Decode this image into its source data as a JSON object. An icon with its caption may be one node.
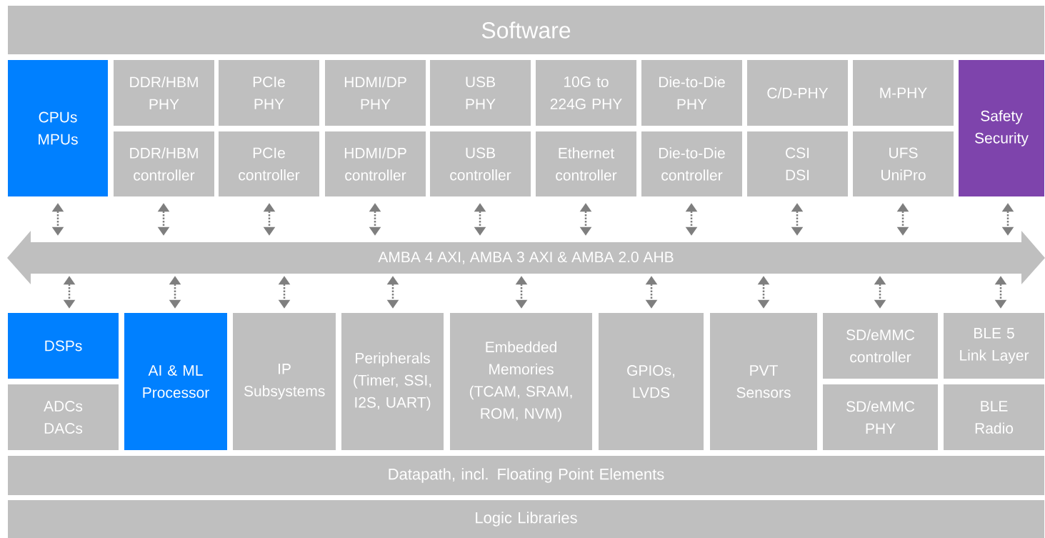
{
  "diagram": {
    "nodes": [
      {
        "text": [
          "Software"
        ]
      },
      {
        "text": [
          "CPUs MPUs"
        ]
      },
      {
        "text": [
          "DDR/HBM PHY"
        ]
      },
      {
        "text": [
          "DDR/HBM controller"
        ]
      },
      {
        "text": [
          "PCIe PHY"
        ]
      },
      {
        "text": [
          "PCIe controller"
        ]
      },
      {
        "text": [
          "HDMI/DP PHY"
        ]
      },
      {
        "text": [
          "HDMI/DP controller"
        ]
      },
      {
        "text": [
          "USB PHY"
        ]
      },
      {
        "text": [
          "USB controller"
        ]
      },
      {
        "text": [
          "10G to 224G PHY"
        ]
      },
      {
        "text": [
          "Ethernet controller"
        ]
      },
      {
        "text": [
          "Die-to-Die PHY"
        ]
      },
      {
        "text": [
          "Die-to-Die controller"
        ]
      },
      {
        "text": [
          "C/D-PHY"
        ]
      },
      {
        "text": [
          "CSI DSI"
        ]
      },
      {
        "text": [
          "M-PHY"
        ]
      },
      {
        "text": [
          "UFS UniPro"
        ]
      },
      {
        "text": [
          "Safety Security"
        ]
      },
      {
        "text": [
          "AMBA 4 AXI, AMBA 3 AXI & AMBA 2.0 AHB"
        ]
      },
      {
        "text": [
          "DSPs"
        ]
      },
      {
        "text": [
          "ADCs DACs"
        ]
      },
      {
        "text": [
          "AI & ML Processor"
        ]
      },
      {
        "text": [
          "IP Subsystems"
        ]
      },
      {
        "text": [
          "Peripherals (Timer, SSI, I2S, UART)"
        ]
      },
      {
        "text": [
          "Embedded Memories (TCAM, SRAM, ROM, NVM)"
        ]
      },
      {
        "text": [
          "GPIOs, LVDS"
        ]
      },
      {
        "text": [
          "PVT Sensors"
        ]
      },
      {
        "text": [
          "SD/eMMC controller"
        ]
      },
      {
        "text": [
          "SD/eMMC PHY"
        ]
      },
      {
        "text": [
          "BLE 5 Link Layer"
        ]
      },
      {
        "text": [
          "BLE Radio"
        ]
      },
      {
        "text": [
          "Datapath, incl. Floating Point Elements"
        ]
      },
      {
        "text": [
          "Logic Libraries"
        ]
      }
    ],
    "edges": [
      {
        "from": 1,
        "to": 19,
        "arrow": "both"
      },
      {
        "from": 3,
        "to": 19,
        "arrow": "both"
      },
      {
        "from": 5,
        "to": 19,
        "arrow": "both"
      },
      {
        "from": 7,
        "to": 19,
        "arrow": "both"
      },
      {
        "from": 9,
        "to": 19,
        "arrow": "both"
      },
      {
        "from": 11,
        "to": 19,
        "arrow": "both"
      },
      {
        "from": 13,
        "to": 19,
        "arrow": "both"
      },
      {
        "from": 15,
        "to": 19,
        "arrow": "both"
      },
      {
        "from": 17,
        "to": 19,
        "arrow": "both"
      },
      {
        "from": 18,
        "to": 19,
        "arrow": "both"
      },
      {
        "from": 19,
        "to": 20,
        "arrow": "both"
      },
      {
        "from": 19,
        "to": 22,
        "arrow": "both"
      },
      {
        "from": 19,
        "to": 23,
        "arrow": "both"
      },
      {
        "from": 19,
        "to": 24,
        "arrow": "both"
      },
      {
        "from": 19,
        "to": 25,
        "arrow": "both"
      },
      {
        "from": 19,
        "to": 26,
        "arrow": "both"
      },
      {
        "from": 19,
        "to": 27,
        "arrow": "both"
      },
      {
        "from": 19,
        "to": 28,
        "arrow": "both"
      },
      {
        "from": 19,
        "to": 30,
        "arrow": "both"
      }
    ]
  }
}
